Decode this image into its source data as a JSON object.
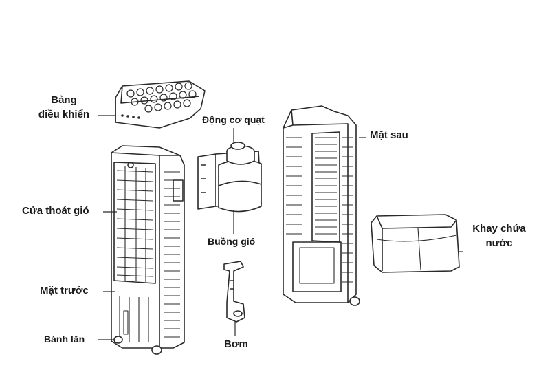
{
  "labels": {
    "control_panel_l1": "Bảng",
    "control_panel_l2": "điều khiển",
    "fan_motor": "Động cơ quạt",
    "back_panel": "Mặt sau",
    "air_outlet": "Cửa thoát gió",
    "air_chamber": "Buồng gió",
    "water_tray_l1": "Khay chứa",
    "water_tray_l2": "nước",
    "front_panel": "Mặt trước",
    "wheel": "Bánh lăn",
    "pump": "Bơm"
  },
  "colors": {
    "line": "#2a2a2a",
    "text": "#1a1a1a",
    "fill": "#ffffff"
  }
}
